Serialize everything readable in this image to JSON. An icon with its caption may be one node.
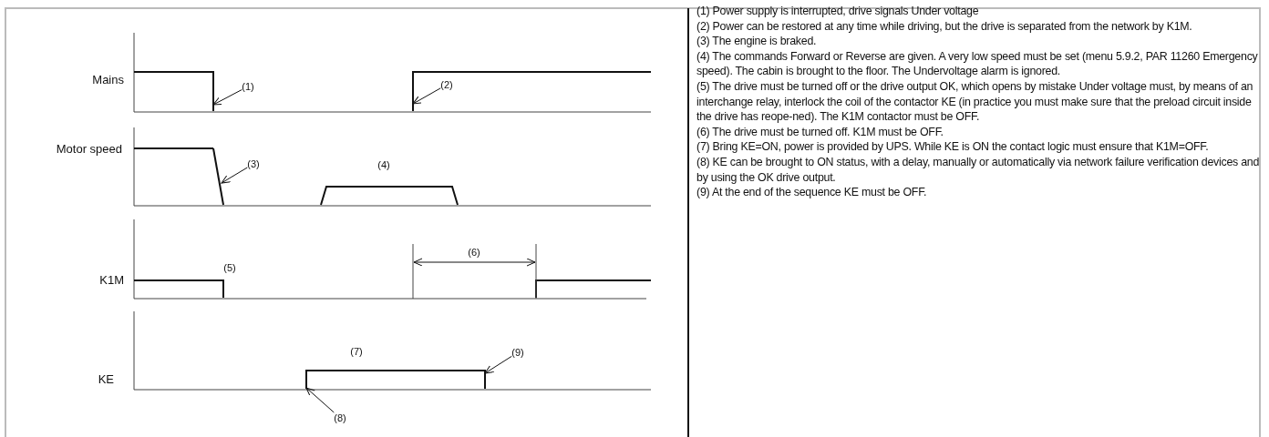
{
  "diagram": {
    "nodes": [
      {
        "text": [
          "(1)"
        ]
      },
      {
        "text": [
          "(2)"
        ]
      },
      {
        "text": [
          "(3)"
        ]
      },
      {
        "text": [
          "(9)"
        ]
      },
      {
        "text": [
          "(8)"
        ]
      },
      {
        "text": [],
        "shape": "line"
      },
      {
        "text": [],
        "shape": "line"
      },
      {
        "text": [],
        "shape": "line"
      },
      {
        "text": [],
        "shape": "line"
      },
      {
        "text": [],
        "shape": "line"
      }
    ],
    "edges": [
      {
        "from": 0,
        "to": 5,
        "arrow": "to"
      },
      {
        "from": 1,
        "to": 6,
        "arrow": "to"
      },
      {
        "from": 2,
        "to": 7,
        "arrow": "to"
      },
      {
        "from": 3,
        "to": 9,
        "arrow": "to"
      },
      {
        "from": 4,
        "to": 8,
        "arrow": "to"
      }
    ],
    "labels": [
      "Mains",
      "Motor speed",
      "(4)",
      "(6)",
      "K1M",
      "(5)",
      "(7)",
      "KE",
      "(1) Power supply is interrupted, drive signals Under voltage",
      "(2) Power can be restored at any time while driving, but the drive is separated from the network by K1M.",
      "(3) The engine is braked.",
      "(4) The commands Forward or Reverse are given. A very low speed must be set (menu 5.9.2, PAR 11260 Emergency speed). The cabin is brought to the floor. The Undervoltage alarm is ignored.",
      "(5) The drive must be turned off or the drive output OK, which opens by mistake Under voltage must, by means of an interchange relay, interlock the coil of the contactor KE (in practice you must make sure that the preload circuit inside the drive has reope-ned). The K1M contactor must be OFF.",
      "(6) The drive must be turned off. K1M must be OFF.",
      "(7) Bring KE=ON, power is provided by UPS. While KE is ON the contact logic must ensure that K1M=OFF.",
      "(8) KE can be brought to ON status, with a delay, manually or automatically via network failure verification devices and by using the OK drive output.",
      "(9) At the end of the sequence KE must be OFF."
    ]
  }
}
